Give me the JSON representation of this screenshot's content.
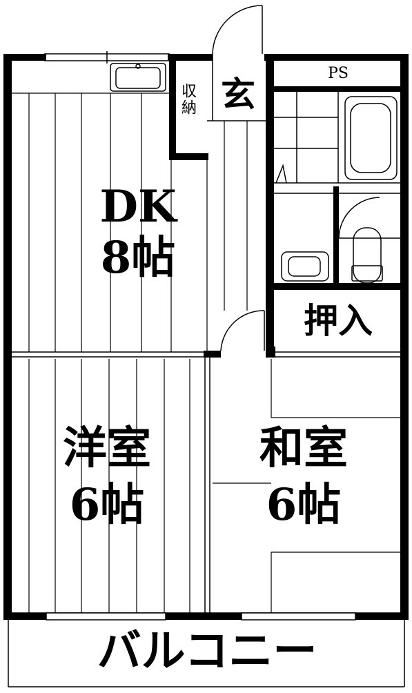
{
  "rooms": {
    "dk": {
      "name": "DK",
      "size": "8帖"
    },
    "western": {
      "name": "洋室",
      "size": "6帖"
    },
    "japanese": {
      "name": "和室",
      "size": "6帖"
    },
    "entrance": {
      "name": "玄"
    },
    "storage": {
      "name": "収納"
    },
    "closet": {
      "name": "押入"
    },
    "ps": {
      "name": "PS"
    },
    "balcony": {
      "name": "バルコニー"
    }
  },
  "colors": {
    "wall": "#000000",
    "line": "#000000",
    "background": "#ffffff"
  }
}
